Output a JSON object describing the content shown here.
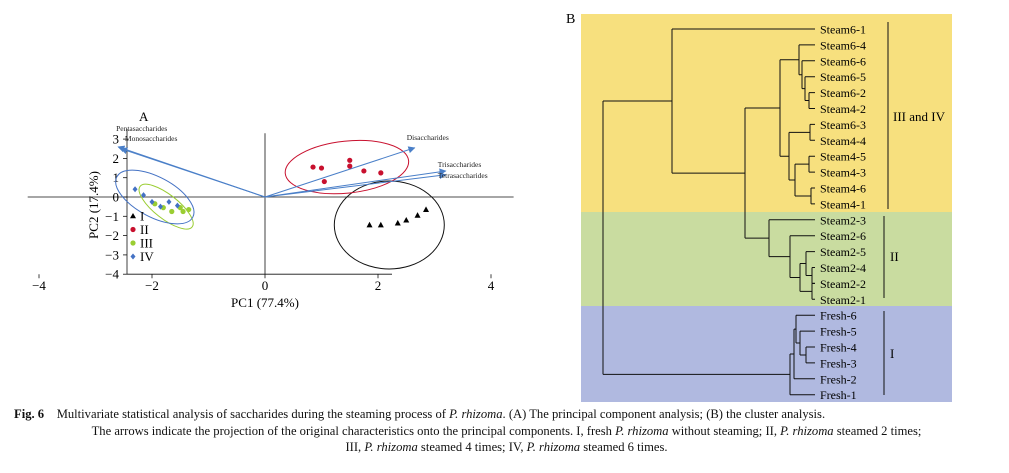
{
  "panelA": {
    "label": "A",
    "xlabel": "PC1 (77.4%)",
    "ylabel": "PC2 (17.4%)",
    "xticks": [
      "−4",
      "−2",
      "0",
      "2",
      "4"
    ],
    "yticks": [
      "3",
      "2",
      "1",
      "0",
      "−1",
      "−2",
      "−3",
      "−4"
    ],
    "arrows": [
      "Pentasaccharides",
      "Monosaccharides",
      "Disaccharides",
      "Trisaccharides",
      "Tetrasaccharides"
    ],
    "legend": [
      "I",
      "II",
      "III",
      "IV"
    ]
  },
  "panelB": {
    "label": "B",
    "leaves": [
      "Steam6-1",
      "Steam6-4",
      "Steam6-6",
      "Steam6-5",
      "Steam6-2",
      "Steam4-2",
      "Steam6-3",
      "Steam4-4",
      "Steam4-5",
      "Steam4-3",
      "Steam4-6",
      "Steam4-1",
      "Steam2-3",
      "Steam2-6",
      "Steam2-5",
      "Steam2-4",
      "Steam2-2",
      "Steam2-1",
      "Fresh-6",
      "Fresh-5",
      "Fresh-4",
      "Fresh-3",
      "Fresh-2",
      "Fresh-1"
    ],
    "groups": [
      "III and IV",
      "II",
      "I"
    ]
  },
  "colors": {
    "group_I": "#000000",
    "group_II": "#c8102e",
    "group_III": "#9acd32",
    "group_IV": "#4472c4",
    "band_III_IV": "#f7e07e",
    "band_II": "#c9dca0",
    "band_I": "#b0b9e0",
    "arrow": "#4a7fc8"
  },
  "chart_data": {
    "type": "scatter",
    "xlabel": "PC1 (77.4%)",
    "ylabel": "PC2 (17.4%)",
    "xlim": [
      -4.5,
      4.5
    ],
    "ylim": [
      -4,
      3.5
    ],
    "series": [
      {
        "name": "I",
        "marker": "triangle",
        "color": "#000000",
        "points": [
          [
            1.85,
            -1.45
          ],
          [
            2.05,
            -1.45
          ],
          [
            2.35,
            -1.35
          ],
          [
            2.5,
            -1.2
          ],
          [
            2.7,
            -0.95
          ],
          [
            2.85,
            -0.65
          ]
        ]
      },
      {
        "name": "II",
        "marker": "circle",
        "color": "#c8102e",
        "points": [
          [
            0.85,
            1.55
          ],
          [
            1.0,
            1.5
          ],
          [
            1.05,
            0.8
          ],
          [
            1.5,
            1.9
          ],
          [
            1.5,
            1.6
          ],
          [
            1.75,
            1.35
          ],
          [
            2.05,
            1.25
          ]
        ]
      },
      {
        "name": "III",
        "marker": "circle",
        "color": "#9acd32",
        "points": [
          [
            -1.95,
            -0.35
          ],
          [
            -1.8,
            -0.55
          ],
          [
            -1.65,
            -0.75
          ],
          [
            -1.5,
            -0.55
          ],
          [
            -1.45,
            -0.75
          ],
          [
            -1.35,
            -0.65
          ]
        ]
      },
      {
        "name": "IV",
        "marker": "diamond",
        "color": "#4472c4",
        "points": [
          [
            -2.3,
            0.4
          ],
          [
            -2.15,
            0.1
          ],
          [
            -2.0,
            -0.25
          ],
          [
            -1.85,
            -0.5
          ],
          [
            -1.7,
            -0.25
          ],
          [
            -1.55,
            -0.45
          ]
        ]
      }
    ],
    "arrows": [
      {
        "name": "Pentasaccharides",
        "x": -2.6,
        "y": 2.6
      },
      {
        "name": "Monosaccharides",
        "x": -2.55,
        "y": 2.5
      },
      {
        "name": "Disaccharides",
        "x": 2.65,
        "y": 2.55
      },
      {
        "name": "Trisaccharides",
        "x": 3.2,
        "y": 1.35
      },
      {
        "name": "Tetrasaccharides",
        "x": 3.2,
        "y": 1.15
      }
    ]
  },
  "caption": {
    "fig": "Fig. 6",
    "l1a": "Multivariate statistical analysis of saccharides during the steaming process of ",
    "sp": "P. rhizoma",
    "l1b": ". (A) The principal component analysis; (B) the cluster analysis.",
    "l2a": "The arrows indicate the projection of the original characteristics onto the principal components. I, fresh ",
    "l2b": " without steaming; II, ",
    "l2c": " steamed 2 times;",
    "l3a": "III, ",
    "l3b": " steamed 4 times; IV, ",
    "l3c": " steamed 6 times."
  }
}
